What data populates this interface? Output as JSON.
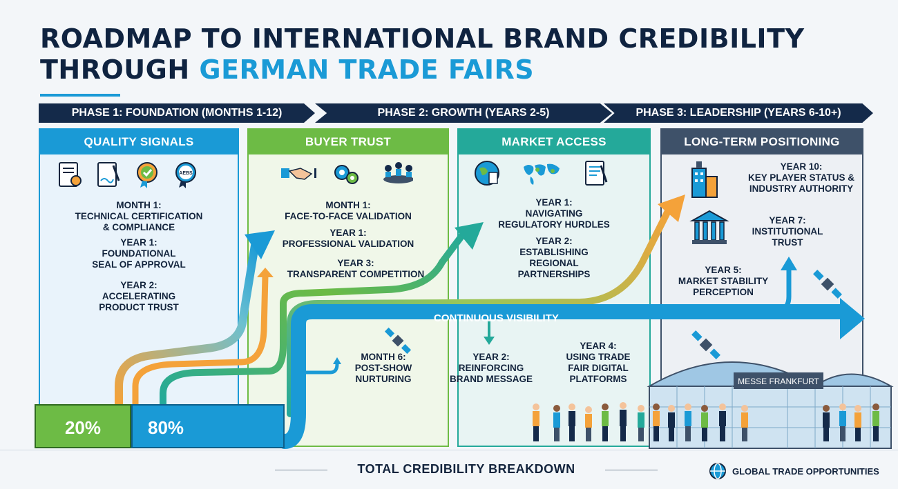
{
  "title": {
    "line1": "ROADMAP TO INTERNATIONAL BRAND CREDIBILITY",
    "line2_lead": "THROUGH ",
    "line2_accent": "GERMAN TRADE FAIRS"
  },
  "phases": [
    "PHASE 1: FOUNDATION (MONTHS 1-12)",
    "PHASE 2: GROWTH (YEARS 2-5)",
    "PHASE 3: LEADERSHIP (YEARS 6-10+)"
  ],
  "panels": {
    "quality": {
      "title": "QUALITY SIGNALS",
      "items": [
        [
          "MONTH 1:",
          "TECHNICAL CERTIFICATION",
          "& COMPLIANCE"
        ],
        [
          "YEAR 1:",
          "FOUNDATIONAL",
          "SEAL OF APPROVAL"
        ],
        [
          "YEAR 2:",
          "ACCELERATING",
          "PRODUCT TRUST"
        ]
      ]
    },
    "buyer": {
      "title": "BUYER TRUST",
      "items": [
        [
          "MONTH 1:",
          "FACE-TO-FACE VALIDATION"
        ],
        [
          "YEAR 1:",
          "PROFESSIONAL VALIDATION"
        ],
        [
          "YEAR 3:",
          "TRANSPARENT COMPETITION"
        ]
      ]
    },
    "market": {
      "title": "MARKET ACCESS",
      "items": [
        [
          "YEAR 1:",
          "NAVIGATING",
          "REGULATORY HURDLES"
        ],
        [
          "YEAR 2:",
          "ESTABLISHING",
          "REGIONAL",
          "PARTNERSHIPS"
        ]
      ]
    },
    "longterm": {
      "title": "LONG-TERM POSITIONING",
      "items": [
        [
          "YEAR 10:",
          "KEY PLAYER STATUS &",
          "INDUSTRY AUTHORITY"
        ],
        [
          "YEAR 7:",
          "INSTITUTIONAL",
          "TRUST"
        ],
        [
          "YEAR 5:",
          "MARKET STABILITY",
          "PERCEPTION"
        ]
      ]
    }
  },
  "visibility": {
    "label": "CONTINUOUS VISIBILITY",
    "items": [
      [
        "MONTH 6:",
        "POST-SHOW",
        "NURTURING"
      ],
      [
        "YEAR 2:",
        "REINFORCING",
        "BRAND MESSAGE"
      ],
      [
        "YEAR 4:",
        "USING TRADE",
        "FAIR DIGITAL",
        "PLATFORMS"
      ]
    ]
  },
  "breakdown": {
    "green_pct": "20%",
    "blue_pct": "80%",
    "label": "TOTAL CREDIBILITY BREAKDOWN"
  },
  "venue_sign": "MESSE FRANKFURT",
  "badge_text": "AEBS",
  "footer_brand": "GLOBAL TRADE OPPORTUNITIES",
  "colors": {
    "navy": "#142a4a",
    "blue": "#1a9ad6",
    "green": "#6dbb45",
    "teal": "#24a99a",
    "slate": "#3e5169",
    "orange": "#f4a23a"
  },
  "icons": [
    "certificate-icon",
    "signed-document-icon",
    "approval-seal-icon",
    "quality-badge-icon",
    "handshake-icon",
    "gears-icon",
    "meeting-icon",
    "globe-icon",
    "world-map-icon",
    "contract-icon",
    "skyscraper-icon",
    "institution-icon",
    "satellite-icon",
    "globe-icon"
  ]
}
